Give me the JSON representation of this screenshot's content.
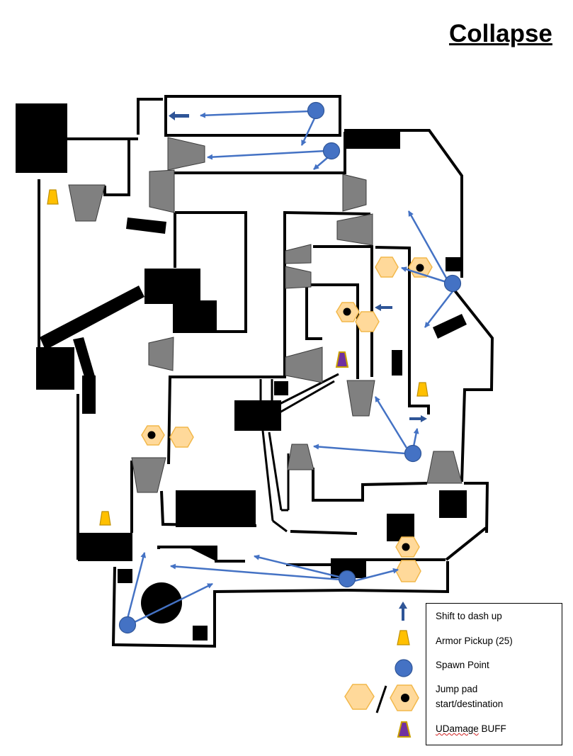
{
  "map_title": "Collapse",
  "legend": {
    "dash_up": "Shift to dash up",
    "armor": "Armor Pickup (25)",
    "spawn": "Spawn Point",
    "jump_pad_line1": "Jump pad",
    "jump_pad_line2": "start/destination",
    "udamage": "UDamage BUFF"
  },
  "colors": {
    "wall": "#000000",
    "block": "#000000",
    "platform_fill": "#808080",
    "spawn": "#4472C4",
    "arrow": "#4472C4",
    "jump_pad_fill": "#FFD99A",
    "jump_pad_stroke": "#F2B84B",
    "armor_fill": "#FFC000",
    "armor_stroke": "#BF8F00",
    "udamage_fill": "#7030A0",
    "udamage_stroke": "#C9A000"
  },
  "icon_names": [
    "dash-arrow-icon",
    "armor-pickup-icon",
    "spawn-point-icon",
    "jump-pad-start-icon",
    "jump-pad-destination-icon",
    "udamage-icon"
  ]
}
